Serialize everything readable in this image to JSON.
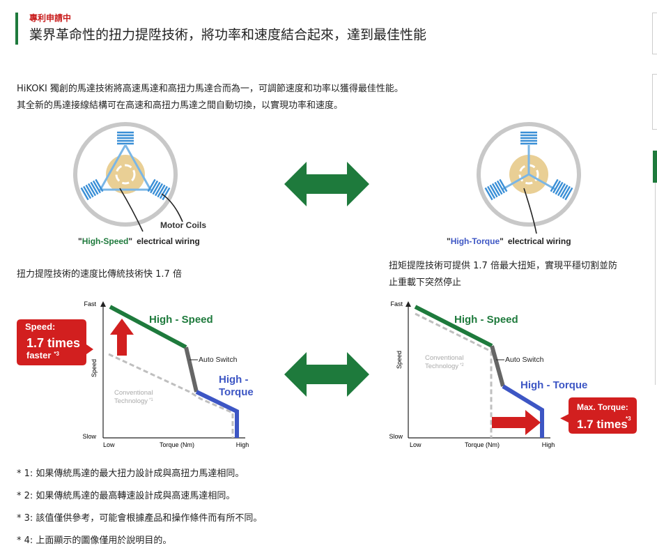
{
  "header": {
    "badge": "專利申請中",
    "title": "業界革命性的扭力提陞技術，將功率和速度結合起來，達到最佳性能"
  },
  "intro": {
    "line1": "HiKOKI 獨創的馬達技術將高速馬達和高扭力馬達合而為一，可調節速度和功率以獲得最佳性能。",
    "line2": "其全新的馬達接線結構可在高速和高扭力馬達之間自動切換，以實現功率和速度。"
  },
  "motor_left": {
    "coil_label": "Motor Coils",
    "wiring_quote_open": "\"",
    "wiring_name": "High-Speed",
    "wiring_quote_close": "\"",
    "wiring_suffix": "electrical wiring"
  },
  "motor_right": {
    "wiring_quote_open": "\"",
    "wiring_name": "High-Torque",
    "wiring_quote_close": "\"",
    "wiring_suffix": "electrical wiring"
  },
  "captions": {
    "left": "扭力提陞技術的速度比傳統技術快 1.7 倍",
    "right_line1": "扭矩提陞技術可提供 1.7 倍最大扭矩，實現平穩切割並防",
    "right_line2": "止重載下突然停止"
  },
  "chart_left": {
    "y_top": "Fast",
    "y_bottom": "Slow",
    "y_axis": "Speed",
    "x_left": "Low",
    "x_mid": "Torque (Nm)",
    "x_right": "High",
    "label_speed": "High - Speed",
    "label_switch": "Auto Switch",
    "label_torque_1": "High -",
    "label_torque_2": "Torque",
    "conv_1": "Conventional",
    "conv_2": "Technology",
    "conv_note": "*1",
    "callout_title": "Speed:",
    "callout_value": "1.7 times",
    "callout_sub": "faster",
    "callout_note": "*3"
  },
  "chart_right": {
    "y_top": "Fast",
    "y_bottom": "Slow",
    "y_axis": "Speed",
    "x_left": "Low",
    "x_mid": "Torque (Nm)",
    "x_right": "High",
    "label_speed": "High - Speed",
    "label_switch": "Auto Switch",
    "label_torque": "High - Torque",
    "conv_1": "Conventional",
    "conv_2": "Technology",
    "conv_note": "*2",
    "callout_title": "Max. Torque:",
    "callout_value": "1.7 times",
    "callout_note": "*3"
  },
  "notes": [
    "* 1: 如果傳統馬達的最大扭力設計成與高扭力馬達相同。",
    "* 2: 如果傳統馬達的最高轉速設計成與高速馬達相同。",
    "* 3: 該值僅供參考，可能會根據產品和操作條件而有所不同。",
    "* 4: 上面顯示的圖像僅用於說明目的。"
  ],
  "colors": {
    "accent_green": "#1e7a3c",
    "highlight_red": "#d21f1f",
    "torque_blue": "#3d56c4",
    "conventional_gray": "#bfbfbf"
  }
}
